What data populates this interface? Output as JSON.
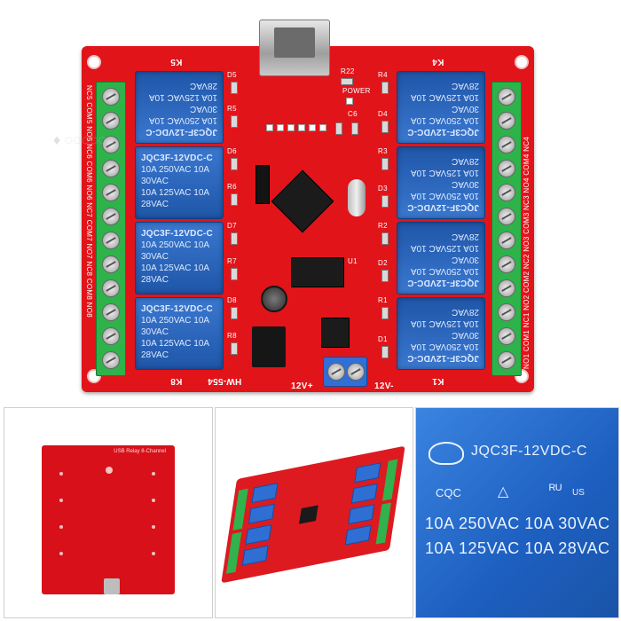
{
  "board": {
    "model": "HW-554",
    "relay_text": {
      "part": "JQC3F-12VDC-C",
      "line1": "10A 250VAC 10A 30VAC",
      "line2": "10A 125VAC 10A 28VAC"
    },
    "relay_labels": [
      "K5",
      "K4",
      "K8",
      "K1"
    ],
    "resistor_labels_left": [
      "R5",
      "R6",
      "R7",
      "R8"
    ],
    "resistor_labels_right": [
      "R4",
      "R3",
      "R2",
      "R1"
    ],
    "diode_labels_left": [
      "D5",
      "D6",
      "D7",
      "D8"
    ],
    "diode_labels_right": [
      "D4",
      "D3",
      "D2",
      "D1"
    ],
    "power_labels": {
      "plus": "12V+",
      "minus": "12V-"
    },
    "misc_labels": {
      "r22": "R22",
      "power": "POWER",
      "u1": "U1",
      "c6": "C6"
    },
    "terminal_left": "NC5 COM5 NO5 NC6 COM6 NO6 NC7 COM7 NO7 NC8 COM8 NO8",
    "terminal_right": "NO1 COM1 NC1 NO2 COM2 NC2 NO3 COM3 NC3 NO4 COM4 NC4"
  },
  "backside": {
    "print": "USB Relay 8-Channel"
  },
  "zoom": {
    "part": "JQC3F-12VDC-C",
    "cert": "CQC",
    "ul": "US",
    "line1": "10A 250VAC 10A 30VAC",
    "line2": "10A 125VAC 10A 28VAC"
  },
  "colors": {
    "pcb": "#e1141a",
    "relay": "#1f56a8",
    "terminal_green": "#2db34a"
  }
}
